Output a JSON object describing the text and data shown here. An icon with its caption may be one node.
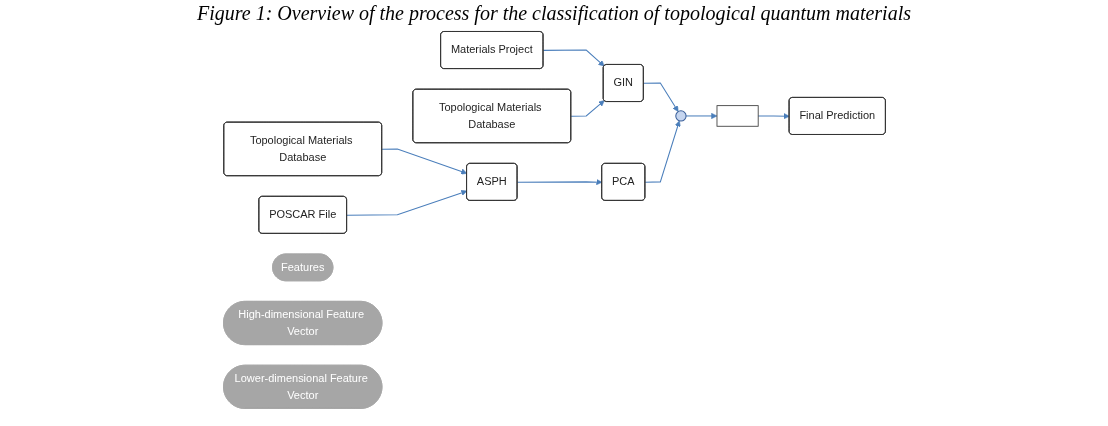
{
  "diagram": {
    "title": "Figure 1: Overview of the process for the classification of topological quantum materials",
    "nodes": [
      {
        "text": [
          "Materials Project"
        ]
      },
      {
        "text": [
          "Features"
        ]
      },
      {
        "text": [
          "GIN"
        ]
      },
      {
        "text": [
          "Topological Materials Database"
        ]
      },
      {
        "text": [],
        "shape": "circle"
      },
      {
        "text": [],
        "shape": "box"
      },
      {
        "text": [
          "Final Prediction"
        ]
      },
      {
        "text": [
          "Topological Materials Database"
        ]
      },
      {
        "text": [
          "High-dimensional Feature Vector"
        ]
      },
      {
        "text": [
          "ASPH"
        ]
      },
      {
        "text": [
          "POSCAR File"
        ]
      },
      {
        "text": [
          "PCA"
        ]
      },
      {
        "text": [
          "Lower-dimensional Feature Vector"
        ]
      }
    ],
    "edges": [
      {
        "from": 0,
        "to": 2,
        "arrow": "to"
      },
      {
        "from": 3,
        "to": 2,
        "arrow": "to"
      },
      {
        "from": 7,
        "to": 9,
        "arrow": "to"
      },
      {
        "from": 10,
        "to": 9,
        "arrow": "to"
      },
      {
        "from": 2,
        "to": 4,
        "arrow": "to"
      },
      {
        "from": 9,
        "to": 11,
        "arrow": "to"
      },
      {
        "from": 11,
        "to": 4,
        "arrow": "to"
      },
      {
        "from": 4,
        "to": 5,
        "arrow": "to"
      },
      {
        "from": 5,
        "to": 6,
        "arrow": "to"
      }
    ]
  }
}
